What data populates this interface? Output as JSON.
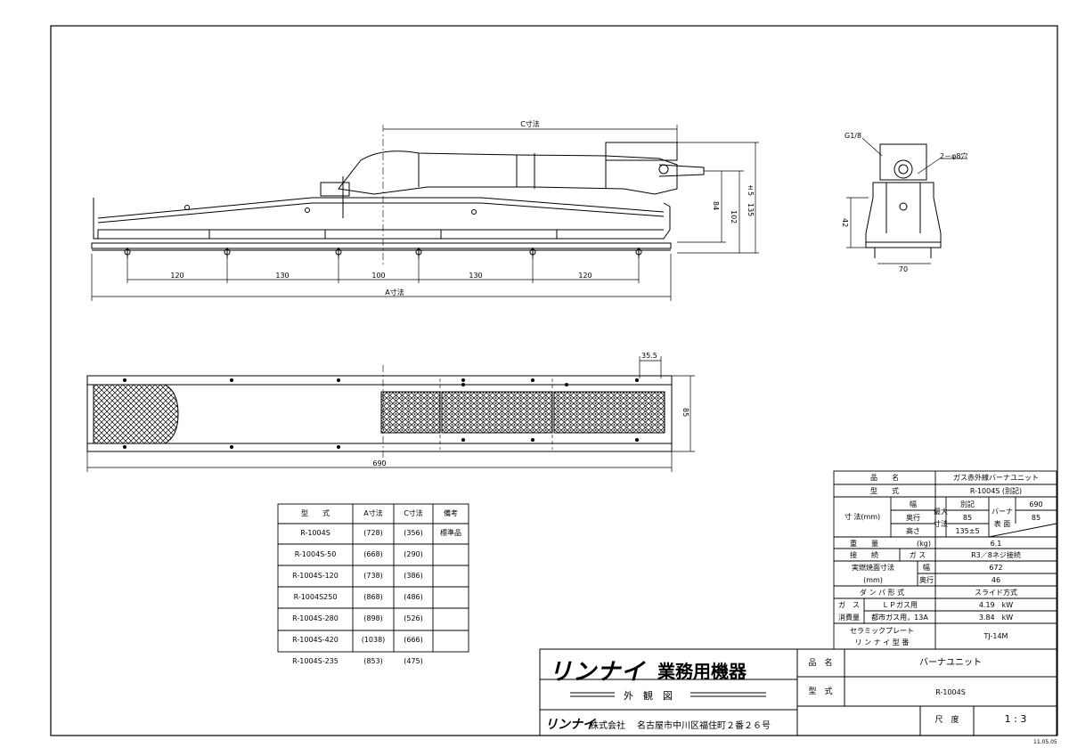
{
  "dimensions": {
    "c_label": "C寸法",
    "a_label": "A寸法",
    "spacing": [
      "120",
      "130",
      "100",
      "130",
      "120"
    ],
    "h84": "84",
    "h102": "102",
    "h135": "135",
    "pm5": "±5",
    "side_g": "G1/8",
    "side_hole": "2－φ8穴",
    "side_42": "42",
    "side_70": "70",
    "top_35": "35.5",
    "top_85": "85",
    "top_690": "690"
  },
  "model_table": {
    "headers": [
      "型　　式",
      "A寸法",
      "C寸法",
      "備考"
    ],
    "rows": [
      [
        "R-1004S",
        "(728)",
        "(356)",
        "標準品"
      ],
      [
        "R-1004S-50",
        "(668)",
        "(290)",
        ""
      ],
      [
        "R-1004S-120",
        "(738)",
        "(386)",
        ""
      ],
      [
        "R-1004S250",
        "(868)",
        "(486)",
        ""
      ],
      [
        "R-1004S-280",
        "(898)",
        "(526)",
        ""
      ],
      [
        "R-1004S-420",
        "(1038)",
        "(666)",
        ""
      ],
      [
        "R-1004S-235",
        "(853)",
        "(475)",
        ""
      ]
    ]
  },
  "spec": {
    "hinmei_label": "品　　名",
    "hinmei_value": "ガス赤外線バーナユニット",
    "kata_label": "型　　式",
    "kata_value": "R-1004S (別記)",
    "size_label": "寸 法(mm)",
    "haba": "幅",
    "okuyuki": "奥行",
    "takasa": "高さ",
    "saidai": "最大",
    "sunpo": "寸法",
    "bekki": "別記",
    "v85": "85",
    "v135": "135±5",
    "burner": "バーナ",
    "hyomen": "表 面",
    "v690": "690",
    "v85b": "85",
    "weight_label": "重　　量",
    "weight_unit": "(kg)",
    "weight_value": "6.1",
    "setsuzoku_label": "接　　続",
    "gas_label": "ガ ス",
    "setsuzoku_value": "R3／8ネジ接続",
    "shoumen_label": "実燃焼面寸法",
    "shoumen_unit": "(mm)",
    "shoumen_haba_value": "672",
    "shoumen_oku_value": "46",
    "damper_label": "ダ ン パ 形 式",
    "damper_value": "スライド方式",
    "gas_l1": "ガ　ス",
    "gas_l2": "消費量",
    "lp_label": "ＬＰガス用",
    "lp_value": "4.19　kW",
    "city_label": "都市ガス用，13A",
    "city_value": "3.84　kW",
    "ceramic_l1": "セラミックプレート",
    "ceramic_l2": "リ ン ナ イ 型 番",
    "ceramic_value": "TJ-14M"
  },
  "title_block": {
    "brand": "リンナイ",
    "category": "業務用機器",
    "drawing_type": "外　観　図",
    "company": "株式会社",
    "address": "名古屋市中川区福住町２番２６号",
    "hinmei_label": "品　名",
    "hinmei_value": "バーナユニット",
    "kata_label": "型　式",
    "kata_value": "R-1004S",
    "scale_label": "尺　度",
    "scale_value": "1 : 3",
    "date": "11.05.05"
  }
}
